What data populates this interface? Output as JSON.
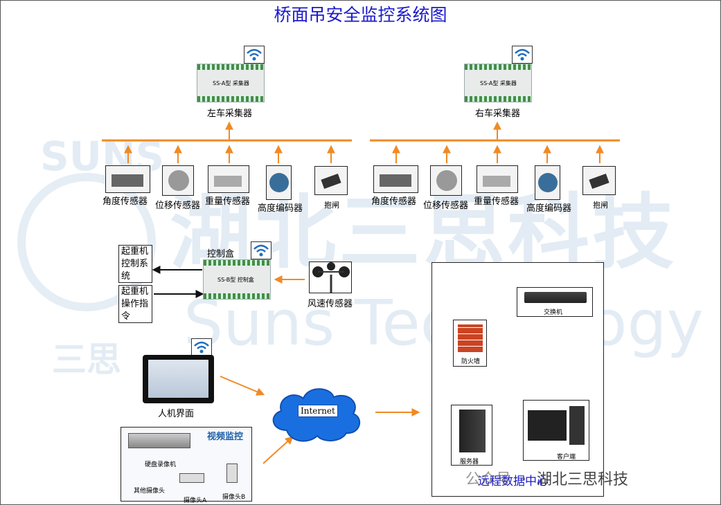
{
  "title": "桥面吊安全监控系统图",
  "watermark": {
    "brand_en": "SUNS",
    "brand_cn": "湖北三思科技",
    "tech_en": "Suns Technology",
    "cn_short": "三思"
  },
  "left_collector": {
    "label": "左车采集器",
    "device_text": "SS-A型 采集器"
  },
  "right_collector": {
    "label": "右车采集器",
    "device_text": "SS-A型 采集器"
  },
  "left_sensors": [
    "角度传感器",
    "位移传感器",
    "重量传感器",
    "高度编码器",
    "抱闸"
  ],
  "right_sensors": [
    "角度传感器",
    "位移传感器",
    "重量传感器",
    "高度编码器",
    "抱闸"
  ],
  "control_box": {
    "label": "控制盒",
    "device_text": "SS-B型 控制盒"
  },
  "crane_control": "起重机控制系统",
  "crane_command": "起重机操作指令",
  "wind_sensor": "风速传感器",
  "hmi": "人机界面",
  "internet": "Internet",
  "video": {
    "title": "视频监控",
    "dvr": "硬盘录像机",
    "other_cams": "其他摄像头",
    "cam_a": "摄像头A",
    "cam_b": "摄像头B"
  },
  "remote": {
    "label": "远程数据中心",
    "switch": "交换机",
    "firewall": "防火墙",
    "server": "服务器",
    "client": "客户端"
  },
  "footer": {
    "prefix": "公众号",
    "separator": "·",
    "brand": "湖北三思科技"
  },
  "colors": {
    "arrow": "#f08a24",
    "title": "#1a1acc",
    "wifi": "#1f6fc0"
  }
}
